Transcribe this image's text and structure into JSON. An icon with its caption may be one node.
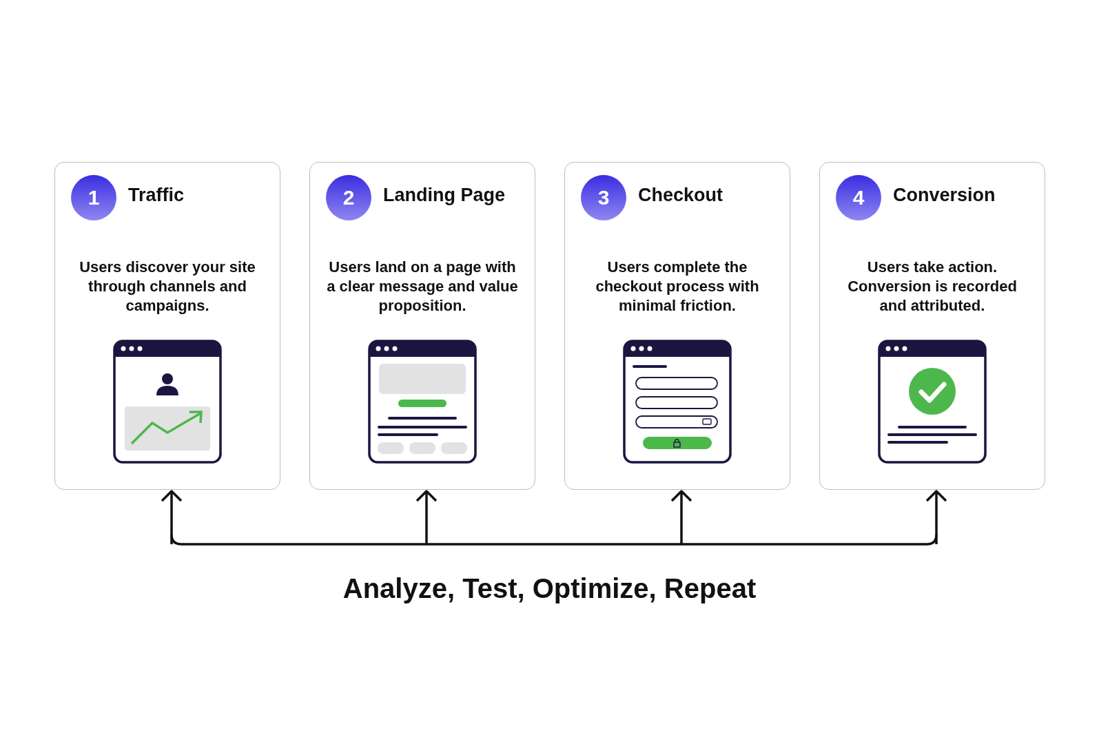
{
  "diagram": {
    "nodes": [
      {
        "text": [
          "Traffic",
          "Users discover your site through channels and campaigns."
        ]
      },
      {
        "text": [
          "1"
        ],
        "in": 0
      },
      {
        "text": [
          "Landing Page",
          "Users land on a page with a clear message and value proposition."
        ]
      },
      {
        "text": [
          "2"
        ],
        "in": 2
      },
      {
        "text": [
          "Checkout",
          "Users complete the checkout process with minimal friction."
        ]
      },
      {
        "text": [
          "3"
        ],
        "in": 4
      },
      {
        "text": [
          "Conversion",
          "Users take action. Conversion is recorded and attributed."
        ]
      },
      {
        "text": [
          "4"
        ],
        "in": 6
      }
    ],
    "edges": [
      {
        "from": null,
        "to": 0,
        "arrow": "to"
      },
      {
        "from": null,
        "to": 2,
        "arrow": "to"
      },
      {
        "from": null,
        "to": 4,
        "arrow": "to"
      },
      {
        "from": null,
        "to": 6,
        "arrow": "to"
      }
    ],
    "labels": [
      "Analyze, Test, Optimize, Repeat"
    ]
  }
}
